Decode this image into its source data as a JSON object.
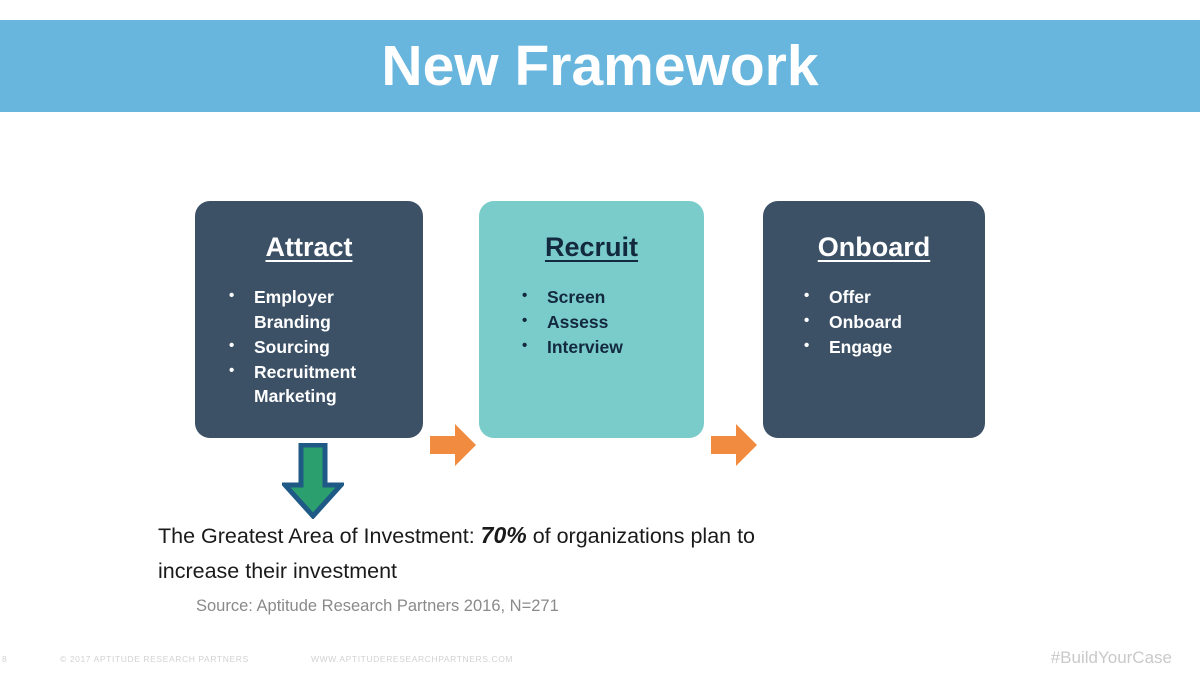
{
  "slide": {
    "title": "New Framework",
    "header_color": "#68b6dd",
    "dark_box_color": "#3d5166",
    "teal_box_color": "#7acccb",
    "orange_arrow_color": "#f08b3f",
    "green_arrow_fill": "#2ba06e",
    "green_arrow_outline": "#1f5a87"
  },
  "phases": [
    {
      "id": "attract",
      "title": "Attract",
      "items": [
        "Employer Branding",
        "Sourcing",
        "Recruitment Marketing"
      ]
    },
    {
      "id": "recruit",
      "title": "Recruit",
      "items": [
        "Screen",
        "Assess",
        "Interview"
      ]
    },
    {
      "id": "onboard",
      "title": "Onboard",
      "items": [
        "Offer",
        "Onboard",
        "Engage"
      ]
    }
  ],
  "callout": {
    "lead": "The Greatest Area of Investment: ",
    "emphasis": "70%",
    "trail": " of organizations plan to increase their investment",
    "source": "Source: Aptitude Research Partners 2016, N=271"
  },
  "footer": {
    "page": "8",
    "copyright": "© 2017 APTITUDE  RESEARCH  PARTNERS",
    "url": "WWW.APTITUDERESEARCHPARTNERS.COM",
    "hashtag": "#BuildYourCase"
  }
}
